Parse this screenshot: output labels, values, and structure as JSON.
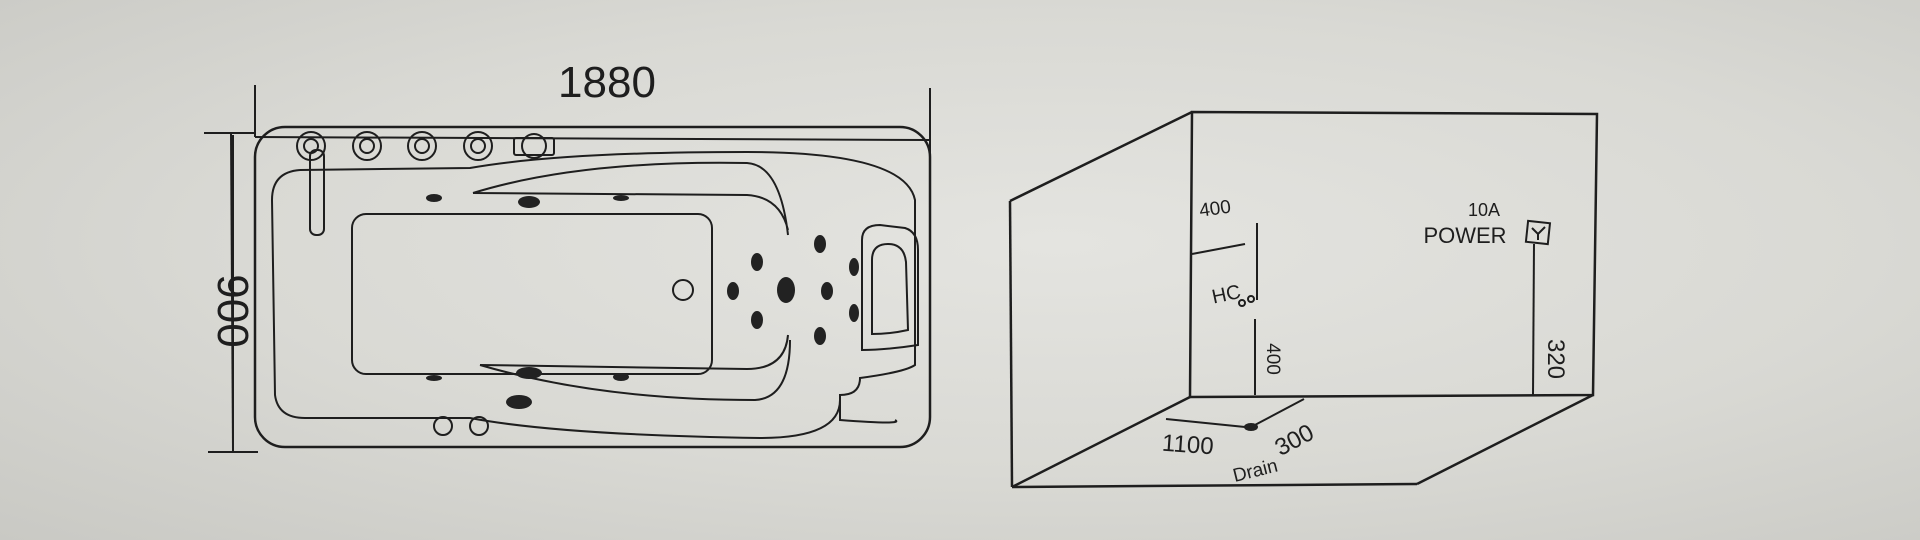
{
  "tub_plan": {
    "length_label": "1880",
    "width_label": "900"
  },
  "installation_view": {
    "hc_height_label": "400",
    "hc_offset_label": "400",
    "hc_label": "HC",
    "power_rating": "10A",
    "power_label": "POWER",
    "power_height_label": "320",
    "drain_x_label": "1100",
    "drain_y_label": "300",
    "drain_label": "Drain"
  },
  "colors": {
    "line": "#1e1e1e",
    "paper": "#d9d9d4"
  }
}
